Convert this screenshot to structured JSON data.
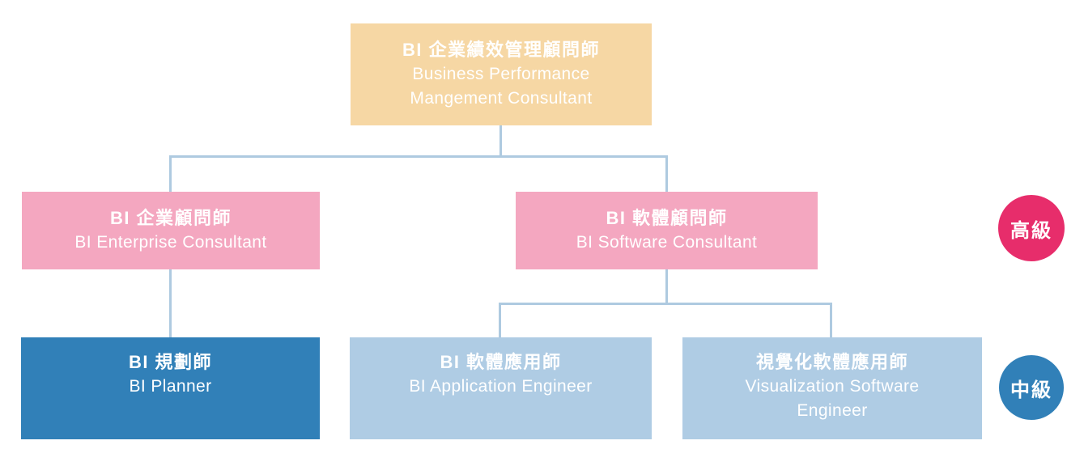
{
  "palette": {
    "root_box": "#F6D7A4",
    "pink_box": "#F4A7C0",
    "dark_blue_box": "#3180B8",
    "light_blue_box": "#AFCCE4",
    "badge_advanced": "#E72D6B",
    "badge_intermediate": "#3180B8",
    "connector_line": "#AECAE0",
    "text": "#FFFFFF"
  },
  "nodes": {
    "root": {
      "zh": "BI 企業績效管理顧問師",
      "en": "Business Performance Mangement Consultant"
    },
    "enterprise_consultant": {
      "zh": "BI 企業顧問師",
      "en": "BI Enterprise Consultant"
    },
    "software_consultant": {
      "zh": "BI 軟體顧問師",
      "en": "BI Software Consultant"
    },
    "planner": {
      "zh": "BI 規劃師",
      "en": "BI Planner"
    },
    "application_engineer": {
      "zh": "BI 軟體應用師",
      "en": "BI Application Engineer"
    },
    "visualization_engineer": {
      "zh": "視覺化軟體應用師",
      "en": "Visualization Software Engineer"
    }
  },
  "badges": {
    "advanced": "高級",
    "intermediate": "中級"
  }
}
